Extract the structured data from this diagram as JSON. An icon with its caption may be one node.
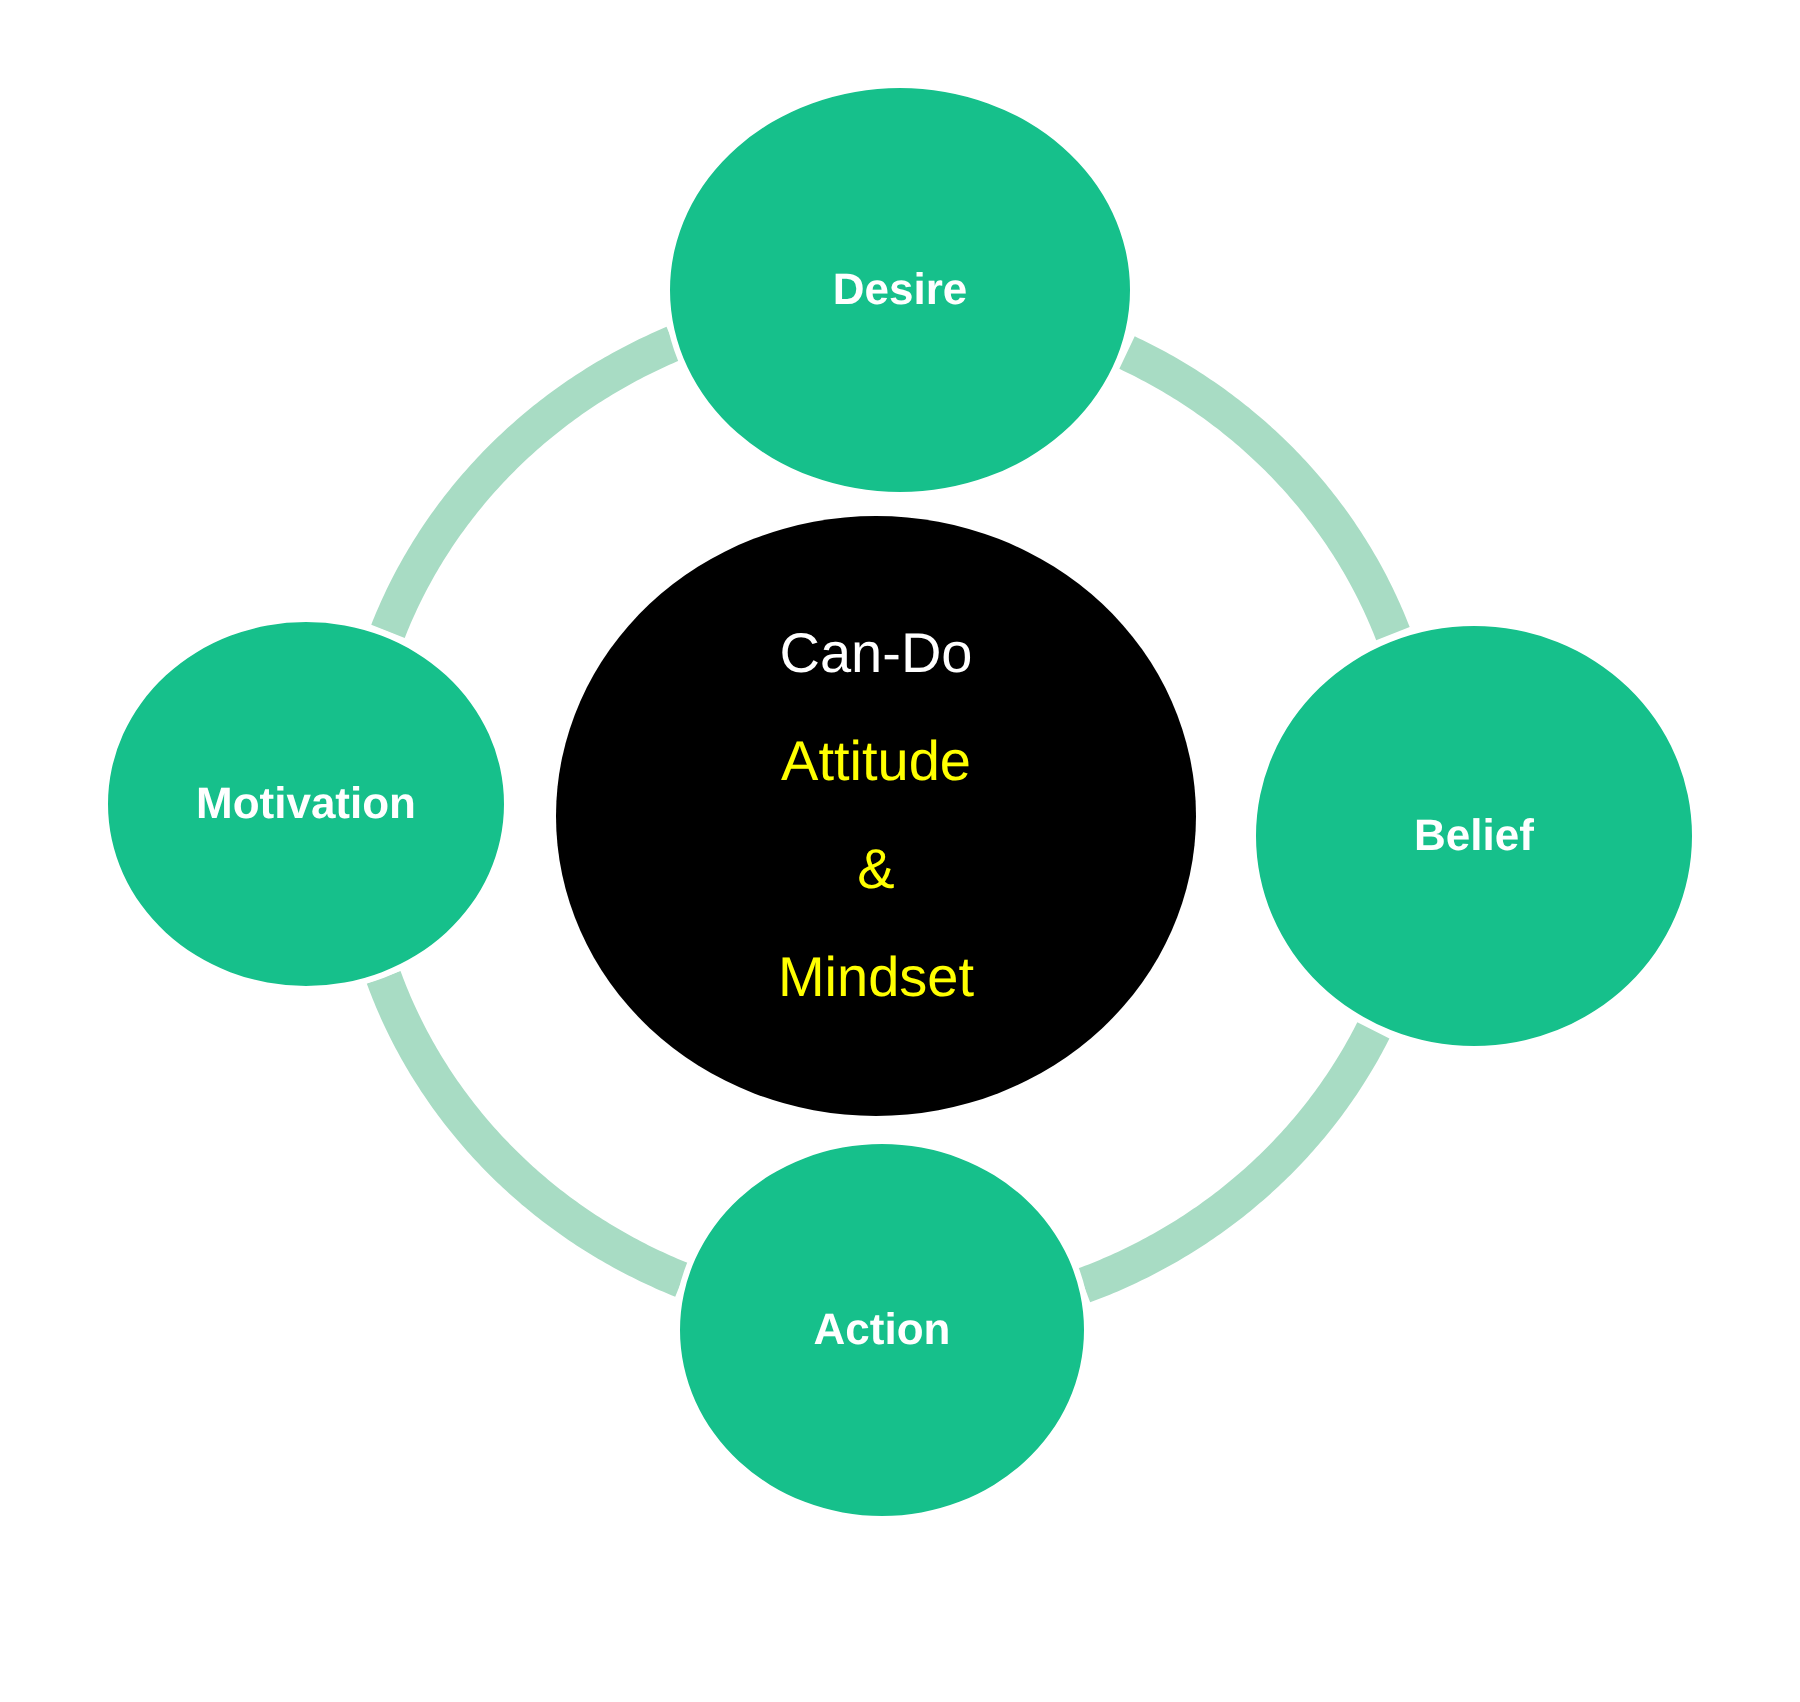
{
  "diagram": {
    "nodes": [
      {
        "text": [
          "Desire"
        ]
      },
      {
        "text": [
          "Motivation"
        ]
      },
      {
        "text": [
          "Can-Do",
          "Attitude",
          "&",
          "Mindset"
        ]
      },
      {
        "text": [
          "Belief"
        ]
      },
      {
        "text": [
          "Action"
        ]
      }
    ],
    "edges": [
      {
        "from": 0,
        "to": 3,
        "arrow": "none"
      },
      {
        "from": 3,
        "to": 4,
        "arrow": "none"
      },
      {
        "from": 4,
        "to": 1,
        "arrow": "none"
      },
      {
        "from": 1,
        "to": 0,
        "arrow": "none"
      }
    ]
  }
}
